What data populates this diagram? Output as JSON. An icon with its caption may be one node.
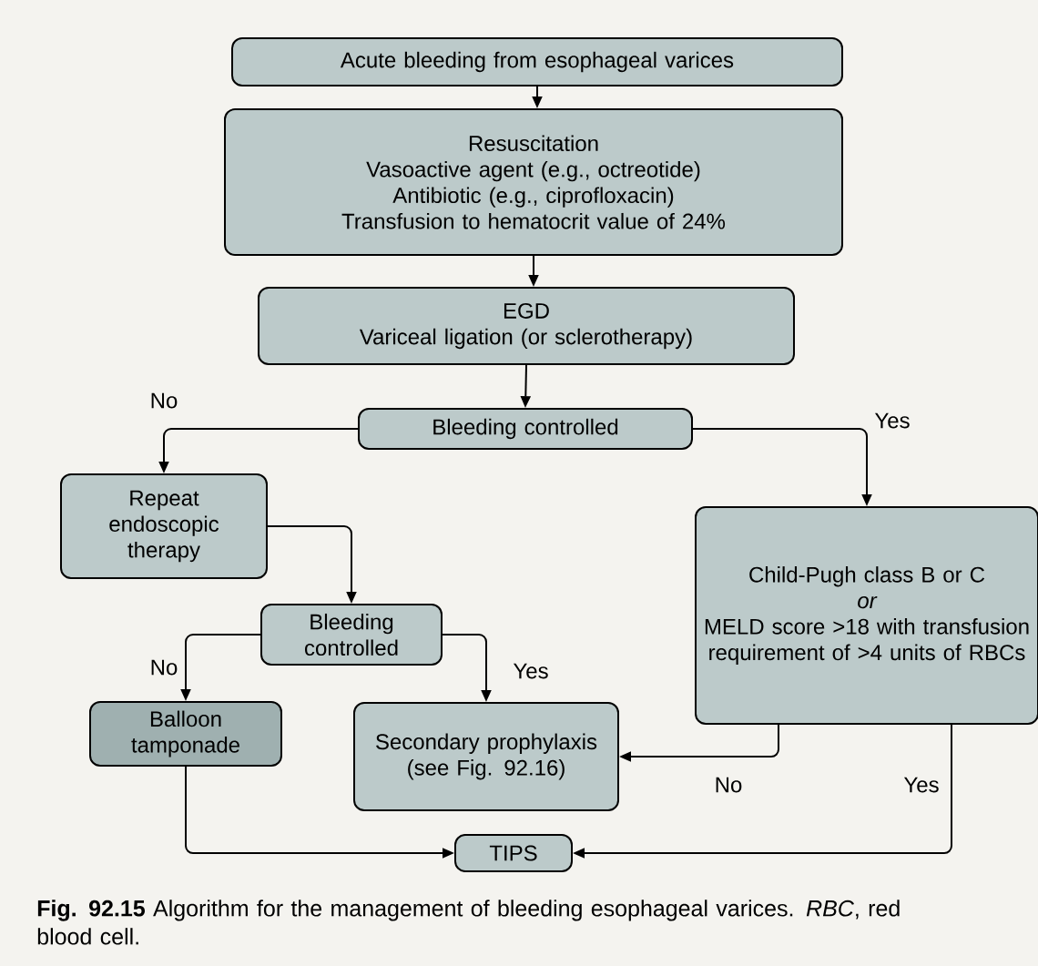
{
  "diagram": {
    "caption": "**Fig. 92.15** Algorithm for the management of bleeding esophageal varices. *RBC*, red blood cell.",
    "nodes": [
      {
        "text": [
          "Acute bleeding from esophageal varices"
        ]
      },
      {
        "text": [
          "Resuscitation",
          "Vasoactive agent (e.g., octreotide)",
          "Antibiotic (e.g., ciprofloxacin)",
          "Transfusion to hematocrit value of 24%"
        ]
      },
      {
        "text": [
          "EGD",
          "Variceal ligation (or sclerotherapy)"
        ]
      },
      {
        "text": [
          "Bleeding controlled"
        ]
      },
      {
        "text": [
          "Repeat endoscopic therapy"
        ]
      },
      {
        "text": [
          "Child-Pugh class B or C",
          "or",
          "MELD score >18 with transfusion requirement of >4 units of RBCs"
        ]
      },
      {
        "text": [
          "Bleeding controlled"
        ]
      },
      {
        "text": [
          "Balloon tamponade"
        ]
      },
      {
        "text": [
          "Secondary prophylaxis (see Fig. 92.16)"
        ]
      },
      {
        "text": [
          "TIPS"
        ]
      }
    ],
    "edges": [
      {
        "from": 0,
        "to": 1,
        "arrow": "to"
      },
      {
        "from": 1,
        "to": 2,
        "arrow": "to"
      },
      {
        "from": 2,
        "to": 3,
        "arrow": "to"
      },
      {
        "from": 3,
        "to": 4,
        "arrow": "to",
        "label": "No"
      },
      {
        "from": 3,
        "to": 5,
        "arrow": "to",
        "label": "Yes"
      },
      {
        "from": 4,
        "to": 6,
        "arrow": "to"
      },
      {
        "from": 6,
        "to": 7,
        "arrow": "to",
        "label": "No"
      },
      {
        "from": 6,
        "to": 8,
        "arrow": "to",
        "label": "Yes"
      },
      {
        "from": 5,
        "to": 8,
        "arrow": "to",
        "label": "No"
      },
      {
        "from": 5,
        "to": 9,
        "arrow": "to",
        "label": "Yes"
      },
      {
        "from": 7,
        "to": 9,
        "arrow": "to"
      }
    ]
  }
}
